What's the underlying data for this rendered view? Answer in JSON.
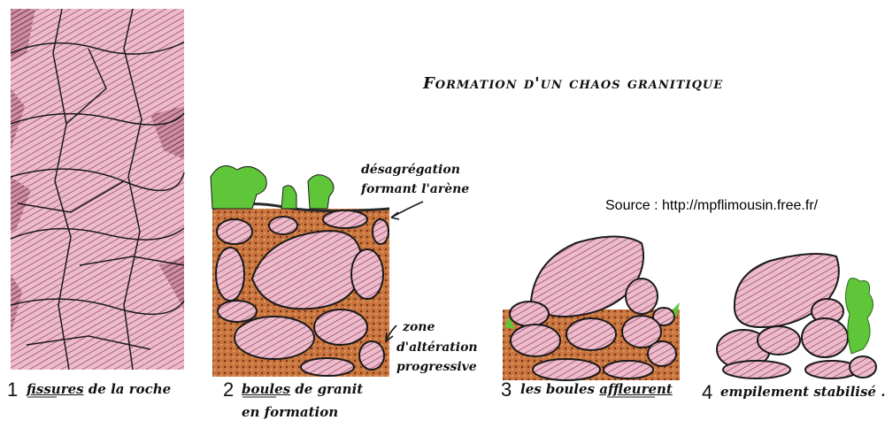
{
  "title": "Formation d'un chaos granitique",
  "source": "Source : http://mpflimousin.free.fr/",
  "panels": [
    {
      "number": "1",
      "caption_pre": "",
      "caption_underlined": "fissures",
      "caption_post": " de la roche"
    },
    {
      "number": "2",
      "caption_pre": "",
      "caption_underlined": "boules",
      "caption_post": " de granit",
      "caption_line2": "en formation"
    },
    {
      "number": "3",
      "caption_pre": "les boules ",
      "caption_underlined": "affleurent",
      "caption_post": ""
    },
    {
      "number": "4",
      "caption_pre": "empilement stabilisé ...",
      "caption_underlined": "",
      "caption_post": ""
    }
  ],
  "annotations": {
    "arene_line1": "désagrégation",
    "arene_line2": "formant l'arène",
    "zone_line1": "zone",
    "zone_line2": "d'altération",
    "zone_line3": "progressive"
  },
  "colors": {
    "rock_pink": "#e8b6c8",
    "rock_hatch": "#8a2c48",
    "arene_brown": "#b8562a",
    "vegetation": "#5fc63a",
    "outline": "#1a1a1a"
  }
}
